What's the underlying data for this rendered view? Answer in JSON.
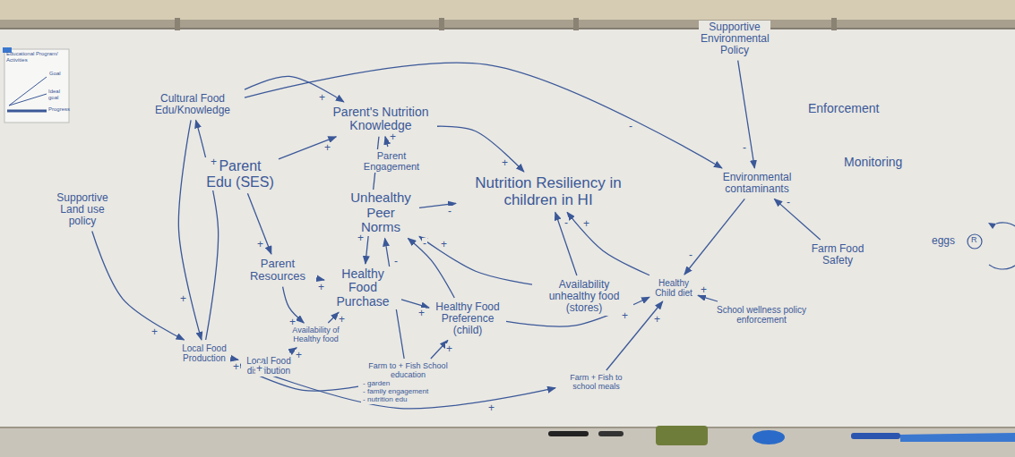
{
  "diagram": {
    "nodes": [
      {
        "text": [
          "Cultural Food Edu/Knowledge"
        ]
      },
      {
        "text": [
          "Parent's Nutrition Knowledge"
        ]
      },
      {
        "text": [
          "Parent Engagement"
        ]
      },
      {
        "text": [
          "Parent Edu (SES)"
        ]
      },
      {
        "text": [
          "Nutrition Resiliency in children in HI"
        ]
      },
      {
        "text": [
          "Unhealthy Peer Norms"
        ]
      },
      {
        "text": [
          "Supportive Land use policy"
        ]
      },
      {
        "text": [
          "Parent Resources"
        ]
      },
      {
        "text": [
          "Healthy Food Purchase"
        ]
      },
      {
        "text": [
          "Healthy Food Preference (child)"
        ]
      },
      {
        "text": [
          "Availability of Healthy food"
        ]
      },
      {
        "text": [
          "Availability unhealthy food (stores)"
        ]
      },
      {
        "text": [
          "Healthy Child diet"
        ]
      },
      {
        "text": [
          "Local Food Production"
        ]
      },
      {
        "text": [
          "Local Food distribution"
        ]
      },
      {
        "text": [
          "Farm to + Fish School education",
          "- garden",
          "- family engagement",
          "- nutrition edu"
        ]
      },
      {
        "text": [
          "Farm + Fish to school meals"
        ]
      },
      {
        "text": [
          "Supportive Environmental Policy"
        ]
      },
      {
        "text": [
          "Environmental contaminants"
        ]
      },
      {
        "text": [
          "Farm Food Safety"
        ]
      },
      {
        "text": [
          "School wellness policy enforcement"
        ]
      }
    ],
    "edges": [
      {
        "from": 0,
        "to": 1,
        "label": "+",
        "arrow": "to"
      },
      {
        "from": 3,
        "to": 1,
        "label": "+",
        "arrow": "to"
      },
      {
        "from": 2,
        "to": 1,
        "label": "+",
        "arrow": "to"
      },
      {
        "from": 1,
        "to": 4,
        "label": "+",
        "arrow": "to"
      },
      {
        "from": 1,
        "to": 8,
        "label": "+",
        "arrow": "to"
      },
      {
        "from": 3,
        "to": 7,
        "label": "+",
        "arrow": "to"
      },
      {
        "from": 7,
        "to": 8,
        "label": "+",
        "arrow": "to"
      },
      {
        "from": 7,
        "to": 10,
        "label": "+",
        "arrow": "to"
      },
      {
        "from": 10,
        "to": 8,
        "label": "+",
        "arrow": "to"
      },
      {
        "from": 8,
        "to": 9,
        "label": "+",
        "arrow": "to"
      },
      {
        "from": 5,
        "to": 4,
        "label": "-",
        "arrow": "to"
      },
      {
        "from": 9,
        "to": 5,
        "label": "-",
        "arrow": "to"
      },
      {
        "from": 11,
        "to": 5,
        "label": "+",
        "arrow": "to"
      },
      {
        "from": 11,
        "to": 4,
        "label": "-",
        "arrow": "to"
      },
      {
        "from": 12,
        "to": 4,
        "label": "+",
        "arrow": "to"
      },
      {
        "from": 9,
        "to": 12,
        "label": "+",
        "arrow": "to"
      },
      {
        "from": 16,
        "to": 12,
        "label": "+",
        "arrow": "to"
      },
      {
        "from": 20,
        "to": 12,
        "label": "+",
        "arrow": "to"
      },
      {
        "from": 18,
        "to": 12,
        "label": "-",
        "arrow": "to"
      },
      {
        "from": 19,
        "to": 18,
        "label": "-",
        "arrow": "to"
      },
      {
        "from": 17,
        "to": 18,
        "label": "-",
        "arrow": "to"
      },
      {
        "from": 0,
        "to": 18,
        "label": "-",
        "arrow": "to"
      },
      {
        "from": 6,
        "to": 13,
        "label": "+",
        "arrow": "to"
      },
      {
        "from": 13,
        "to": 14,
        "label": "+",
        "arrow": "to"
      },
      {
        "from": 14,
        "to": 10,
        "label": "+",
        "arrow": "to"
      },
      {
        "from": 0,
        "to": 13,
        "label": "+",
        "arrow": "to"
      },
      {
        "from": 13,
        "to": 0,
        "label": "+",
        "arrow": "to"
      },
      {
        "from": 15,
        "to": 9,
        "label": "+",
        "arrow": "to"
      },
      {
        "from": 15,
        "to": 5,
        "label": "-",
        "arrow": "to"
      },
      {
        "from": 13,
        "to": 16,
        "label": "+",
        "arrow": "to"
      },
      {
        "from": 15,
        "to": 13,
        "label": "+",
        "arrow": "to"
      }
    ],
    "labels": [
      "Educational Program/ Activities",
      "Goal",
      "Ideal goal",
      "Progress",
      "Enforcement",
      "Monitoring",
      "eggs",
      "R"
    ]
  }
}
